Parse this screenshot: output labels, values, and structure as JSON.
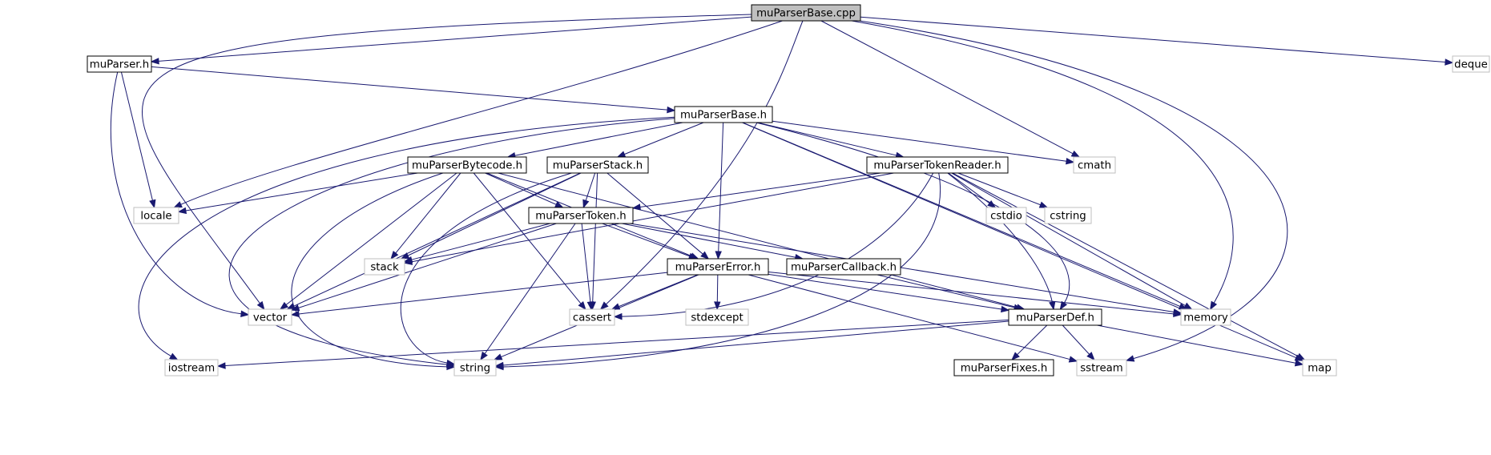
{
  "title": "muParserBase.cpp",
  "colors": {
    "edge": "#191970",
    "root_fill": "#bfbfbf",
    "project_border": "#000000",
    "system_border": "#bfbfbf",
    "node_fill": "#ffffff"
  },
  "nodes": [
    {
      "id": "muParserBase_cpp",
      "label": "muParserBase.cpp",
      "kind": "root"
    },
    {
      "id": "muParser_h",
      "label": "muParser.h",
      "kind": "project"
    },
    {
      "id": "deque",
      "label": "deque",
      "kind": "system"
    },
    {
      "id": "muParserBase_h",
      "label": "muParserBase.h",
      "kind": "project"
    },
    {
      "id": "cmath",
      "label": "cmath",
      "kind": "system"
    },
    {
      "id": "muParserBytecode_h",
      "label": "muParserBytecode.h",
      "kind": "project"
    },
    {
      "id": "muParserStack_h",
      "label": "muParserStack.h",
      "kind": "project"
    },
    {
      "id": "muParserTokenReader_h",
      "label": "muParserTokenReader.h",
      "kind": "project"
    },
    {
      "id": "locale",
      "label": "locale",
      "kind": "system"
    },
    {
      "id": "muParserToken_h",
      "label": "muParserToken.h",
      "kind": "project"
    },
    {
      "id": "cstdio",
      "label": "cstdio",
      "kind": "system"
    },
    {
      "id": "cstring",
      "label": "cstring",
      "kind": "system"
    },
    {
      "id": "stack",
      "label": "stack",
      "kind": "system"
    },
    {
      "id": "muParserError_h",
      "label": "muParserError.h",
      "kind": "project"
    },
    {
      "id": "muParserCallback_h",
      "label": "muParserCallback.h",
      "kind": "project"
    },
    {
      "id": "vector",
      "label": "vector",
      "kind": "system"
    },
    {
      "id": "cassert",
      "label": "cassert",
      "kind": "system"
    },
    {
      "id": "stdexcept",
      "label": "stdexcept",
      "kind": "system"
    },
    {
      "id": "memory",
      "label": "memory",
      "kind": "system"
    },
    {
      "id": "muParserDef_h",
      "label": "muParserDef.h",
      "kind": "project"
    },
    {
      "id": "iostream",
      "label": "iostream",
      "kind": "system"
    },
    {
      "id": "string",
      "label": "string",
      "kind": "system"
    },
    {
      "id": "sstream",
      "label": "sstream",
      "kind": "system"
    },
    {
      "id": "map",
      "label": "map",
      "kind": "system"
    },
    {
      "id": "muParserFixes_h",
      "label": "muParserFixes.h",
      "kind": "project"
    }
  ],
  "edges": [
    {
      "from": "muParserBase_cpp",
      "to": "muParser_h"
    },
    {
      "from": "muParserBase_cpp",
      "to": "deque"
    },
    {
      "from": "muParserBase_cpp",
      "to": "cmath"
    },
    {
      "from": "muParserBase_cpp",
      "to": "locale"
    },
    {
      "from": "muParserBase_cpp",
      "to": "vector"
    },
    {
      "from": "muParserBase_cpp",
      "to": "cassert"
    },
    {
      "from": "muParserBase_cpp",
      "to": "memory"
    },
    {
      "from": "muParserBase_cpp",
      "to": "sstream"
    },
    {
      "from": "muParser_h",
      "to": "muParserBase_h"
    },
    {
      "from": "muParser_h",
      "to": "locale"
    },
    {
      "from": "muParser_h",
      "to": "vector"
    },
    {
      "from": "muParserBase_h",
      "to": "cmath"
    },
    {
      "from": "muParserBase_h",
      "to": "muParserBytecode_h"
    },
    {
      "from": "muParserBase_h",
      "to": "muParserStack_h"
    },
    {
      "from": "muParserBase_h",
      "to": "muParserTokenReader_h"
    },
    {
      "from": "muParserBase_h",
      "to": "muParserError_h"
    },
    {
      "from": "muParserBase_h",
      "to": "muParserDef_h"
    },
    {
      "from": "muParserBase_h",
      "to": "memory"
    },
    {
      "from": "muParserBase_h",
      "to": "map"
    },
    {
      "from": "muParserBase_h",
      "to": "iostream"
    },
    {
      "from": "muParserBase_h",
      "to": "string"
    },
    {
      "from": "muParserBytecode_h",
      "to": "locale"
    },
    {
      "from": "muParserBytecode_h",
      "to": "muParserToken_h"
    },
    {
      "from": "muParserBytecode_h",
      "to": "stack"
    },
    {
      "from": "muParserBytecode_h",
      "to": "vector"
    },
    {
      "from": "muParserBytecode_h",
      "to": "string"
    },
    {
      "from": "muParserBytecode_h",
      "to": "cassert"
    },
    {
      "from": "muParserBytecode_h",
      "to": "muParserError_h"
    },
    {
      "from": "muParserBytecode_h",
      "to": "muParserDef_h"
    },
    {
      "from": "muParserStack_h",
      "to": "stack"
    },
    {
      "from": "muParserStack_h",
      "to": "vector"
    },
    {
      "from": "muParserStack_h",
      "to": "string"
    },
    {
      "from": "muParserStack_h",
      "to": "muParserToken_h"
    },
    {
      "from": "muParserStack_h",
      "to": "cassert"
    },
    {
      "from": "muParserStack_h",
      "to": "muParserError_h"
    },
    {
      "from": "muParserTokenReader_h",
      "to": "muParserToken_h"
    },
    {
      "from": "muParserTokenReader_h",
      "to": "stack"
    },
    {
      "from": "muParserTokenReader_h",
      "to": "cstdio"
    },
    {
      "from": "muParserTokenReader_h",
      "to": "cstring"
    },
    {
      "from": "muParserTokenReader_h",
      "to": "cassert"
    },
    {
      "from": "muParserTokenReader_h",
      "to": "string"
    },
    {
      "from": "muParserTokenReader_h",
      "to": "muParserDef_h"
    },
    {
      "from": "muParserTokenReader_h",
      "to": "memory"
    },
    {
      "from": "muParserTokenReader_h",
      "to": "map"
    },
    {
      "from": "muParserToken_h",
      "to": "stack"
    },
    {
      "from": "muParserToken_h",
      "to": "vector"
    },
    {
      "from": "muParserToken_h",
      "to": "cassert"
    },
    {
      "from": "muParserToken_h",
      "to": "string"
    },
    {
      "from": "muParserToken_h",
      "to": "muParserError_h"
    },
    {
      "from": "muParserToken_h",
      "to": "muParserCallback_h"
    },
    {
      "from": "muParserToken_h",
      "to": "memory"
    },
    {
      "from": "muParserError_h",
      "to": "vector"
    },
    {
      "from": "muParserError_h",
      "to": "cassert"
    },
    {
      "from": "muParserError_h",
      "to": "stdexcept"
    },
    {
      "from": "muParserError_h",
      "to": "string"
    },
    {
      "from": "muParserError_h",
      "to": "memory"
    },
    {
      "from": "muParserError_h",
      "to": "muParserDef_h"
    },
    {
      "from": "muParserError_h",
      "to": "sstream"
    },
    {
      "from": "muParserCallback_h",
      "to": "muParserDef_h"
    },
    {
      "from": "muParserDef_h",
      "to": "iostream"
    },
    {
      "from": "muParserDef_h",
      "to": "string"
    },
    {
      "from": "muParserDef_h",
      "to": "sstream"
    },
    {
      "from": "muParserDef_h",
      "to": "map"
    },
    {
      "from": "muParserDef_h",
      "to": "muParserFixes_h"
    }
  ]
}
